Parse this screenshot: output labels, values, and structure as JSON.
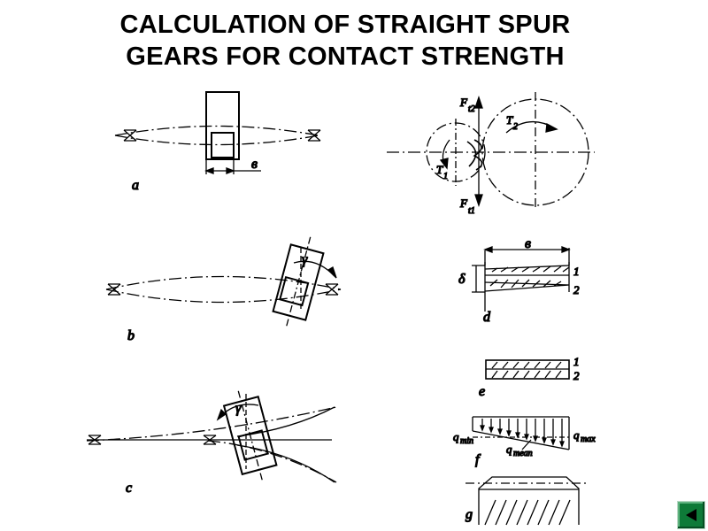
{
  "title": {
    "line1": "CALCULATION OF STRAIGHT SPUR",
    "line2": "GEARS FOR CONTACT STRENGTH"
  },
  "figure": {
    "panel_labels": {
      "a": "a",
      "b": "b",
      "c": "c",
      "d": "d",
      "e": "e",
      "f": "f",
      "g": "g"
    },
    "width_label": "в",
    "angle_label": "γ",
    "delta_label": "δ",
    "layer_labels": [
      "1",
      "2"
    ],
    "force": {
      "F": "F",
      "t2": "t2",
      "t1": "t1"
    },
    "torque": {
      "T": "T",
      "s2": "2",
      "s1": "1"
    },
    "load": {
      "q": "q",
      "min": "min",
      "max": "max",
      "mean": "mean"
    }
  },
  "nav": {
    "icon": "left-triangle-icon",
    "color": "#0e7a38"
  }
}
